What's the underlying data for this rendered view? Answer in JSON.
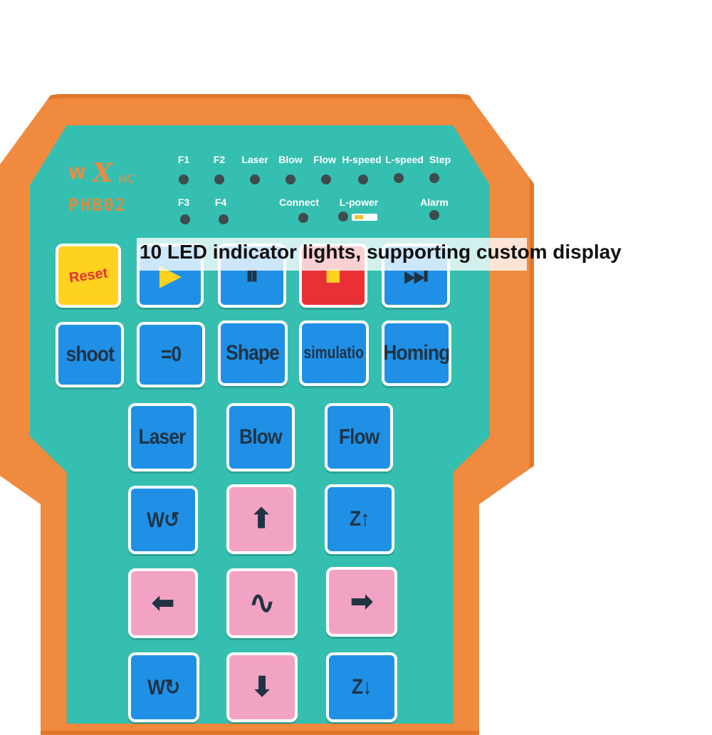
{
  "brand": {
    "logo_w": "W",
    "logo_x": "X",
    "logo_hc": "HC",
    "model": "PHB02"
  },
  "leds": {
    "row1": [
      "F1",
      "F2",
      "Laser",
      "Blow",
      "Flow",
      "H-speed",
      "L-speed",
      "Step"
    ],
    "row2": [
      "F3",
      "F4",
      "Connect",
      "L-power",
      "Alarm"
    ]
  },
  "caption": "10 LED indicator lights, supporting custom display",
  "keys": {
    "reset": "Reset",
    "shoot": "shoot",
    "zero": "=0",
    "shape": "Shape",
    "simulation": "simulatio",
    "homing": "Homing",
    "laser": "Laser",
    "blow": "Blow",
    "flow": "Flow",
    "w_ccw": "W↺",
    "up": "⬆",
    "z_up": "Z↑",
    "left": "⬅",
    "wave": "∿",
    "right": "➡",
    "w_cw": "W↻",
    "down": "⬇",
    "z_down": "Z↓",
    "play": "▶",
    "pause": "⏸",
    "stop": "■",
    "step": "⏭"
  },
  "colors": {
    "shell": "#f08a3e",
    "panel": "#35bfb0",
    "key_blue": "#1f90e6",
    "key_pink": "#f2a3c4",
    "key_red": "#e83035",
    "key_yellow": "#ffd21f"
  }
}
